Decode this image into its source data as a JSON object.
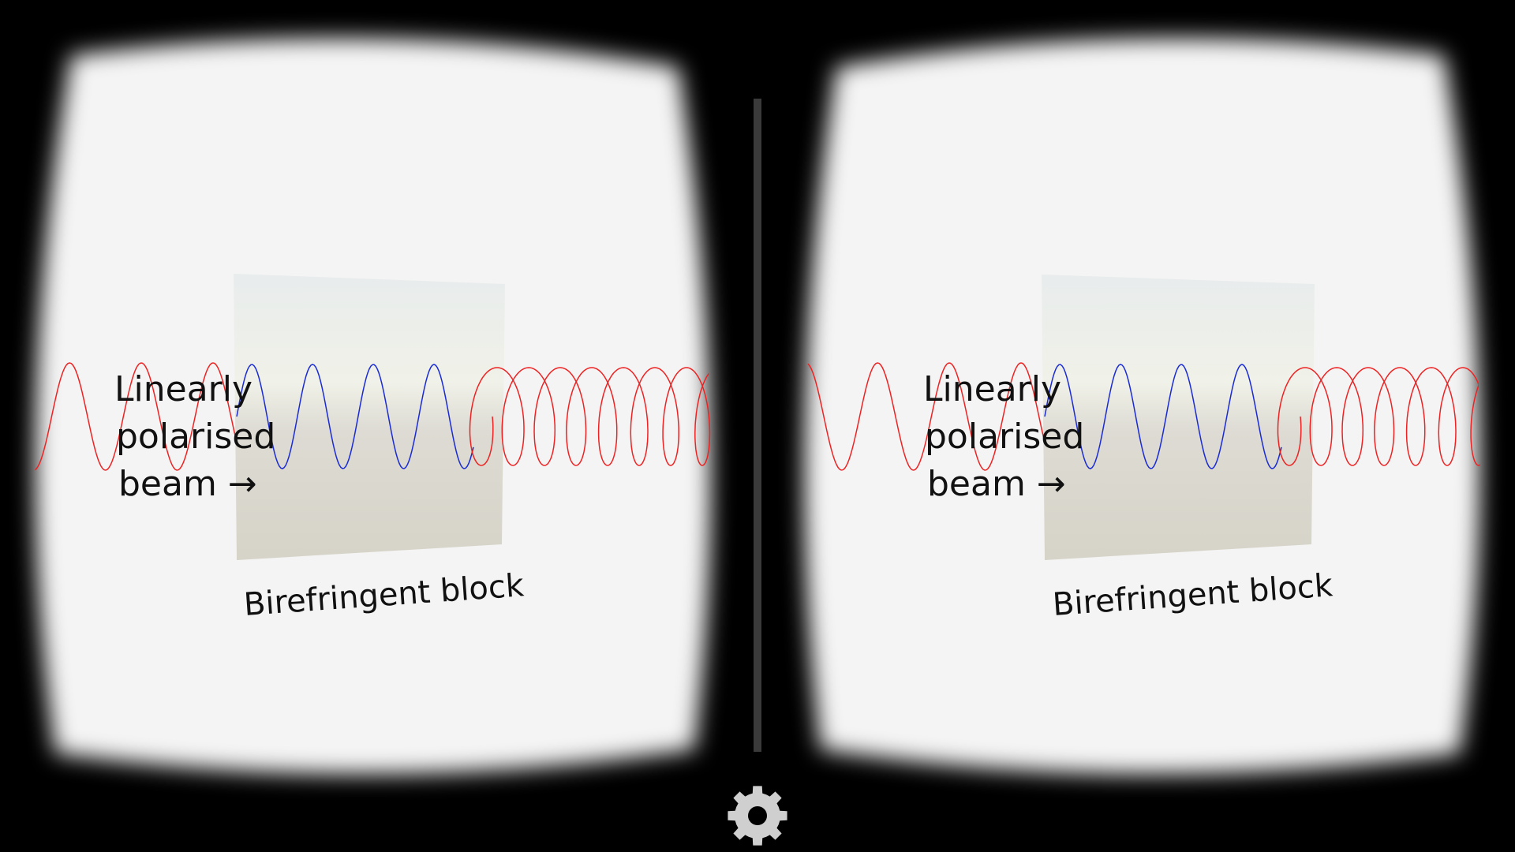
{
  "viewer": {
    "mode": "VR stereo (split screen)",
    "scene_labels": {
      "beam_label_lines": [
        "Linearly",
        "polarised",
        "beam →"
      ],
      "block_label": "Birefringent block"
    },
    "colors": {
      "background": "#000000",
      "lens_interior": "#f4f4f4",
      "linear_wave": "#ee2222",
      "block_wave": "#1a2bd6",
      "circular_wave": "#ee2222",
      "divider": "#3a3a3a",
      "settings_gear": "#cfcfcf"
    },
    "icons": {
      "settings": "gear-icon"
    }
  }
}
